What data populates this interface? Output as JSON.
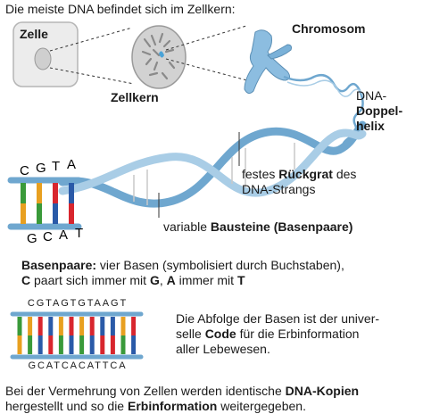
{
  "header": {
    "intro": "Die meiste DNA befindet sich im Zellkern:"
  },
  "labels": {
    "zelle": "Zelle",
    "zellkern": "Zellkern",
    "chromosom": "Chromosom",
    "dna_line1": "DNA-",
    "dna_line2": "Doppel-",
    "dna_line3": "helix",
    "rueckgrat_pre": "festes ",
    "rueckgrat_bold": "Rückgrat",
    "rueckgrat_post": " des",
    "rueckgrat_line2": "DNA-Strangs",
    "bausteine_pre": "variable ",
    "bausteine_bold": "Bausteine (Basenpaare)"
  },
  "ladder_bases": {
    "top": [
      "C",
      "G",
      "T",
      "A"
    ],
    "bottom": [
      "G",
      "C",
      "A",
      "T"
    ]
  },
  "basenpaare": {
    "title_bold": "Basenpaare:",
    "title_rest": " vier Basen (symbolisiert durch Buchstaben),",
    "line2_c": "C",
    "line2_a": " paart sich immer mit ",
    "line2_g": "G",
    "line2_b": ", ",
    "line2_a2": "A",
    "line2_c2": " immer mit ",
    "line2_t": "T"
  },
  "sequence": {
    "top": "CGTAGTGTAAGT",
    "bottom": "GCATCACATTCA"
  },
  "code_text": {
    "line1": "Die Abfolge der Basen ist der univer-",
    "line2_pre": "selle ",
    "line2_bold": "Code",
    "line2_post": " für die Erbinformation",
    "line3": "aller Lebewesen."
  },
  "footer": {
    "line1_pre": "Bei der Vermehrung von Zellen werden identische ",
    "line1_bold": "DNA-Kopien",
    "line2_pre": "hergestellt und so die ",
    "line2_bold": "Erbinformation",
    "line2_post": " weitergegeben."
  },
  "colors": {
    "C": "#3a9a3a",
    "G": "#e8a020",
    "T": "#d8262e",
    "A": "#2a5aa8",
    "backbone": "#6fa7cf",
    "backbone_light": "#a9cde6",
    "cell_fill": "#ececec",
    "nucleus_fill": "#cfcfcf"
  }
}
